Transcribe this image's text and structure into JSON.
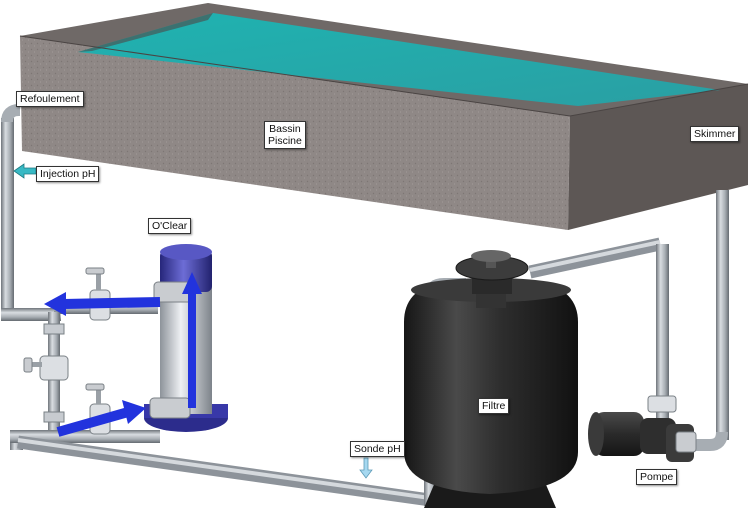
{
  "labels": {
    "refoulement": "Refoulement",
    "injection_ph": "Injection pH",
    "bassin_line1": "Bassin",
    "bassin_line2": "Piscine",
    "skimmer": "Skimmer",
    "oclear": "O'Clear",
    "filtre": "Filtre",
    "sonde_ph": "Sonde pH",
    "pompe": "Pompe"
  },
  "colors": {
    "water": "#27a9a9",
    "basin_wall": "#8f8886",
    "pipe": "#a7adb3",
    "flow_arrow": "#2233dd",
    "filter_body": "#2b2b2b",
    "oclear_cap": "#4444aa"
  }
}
